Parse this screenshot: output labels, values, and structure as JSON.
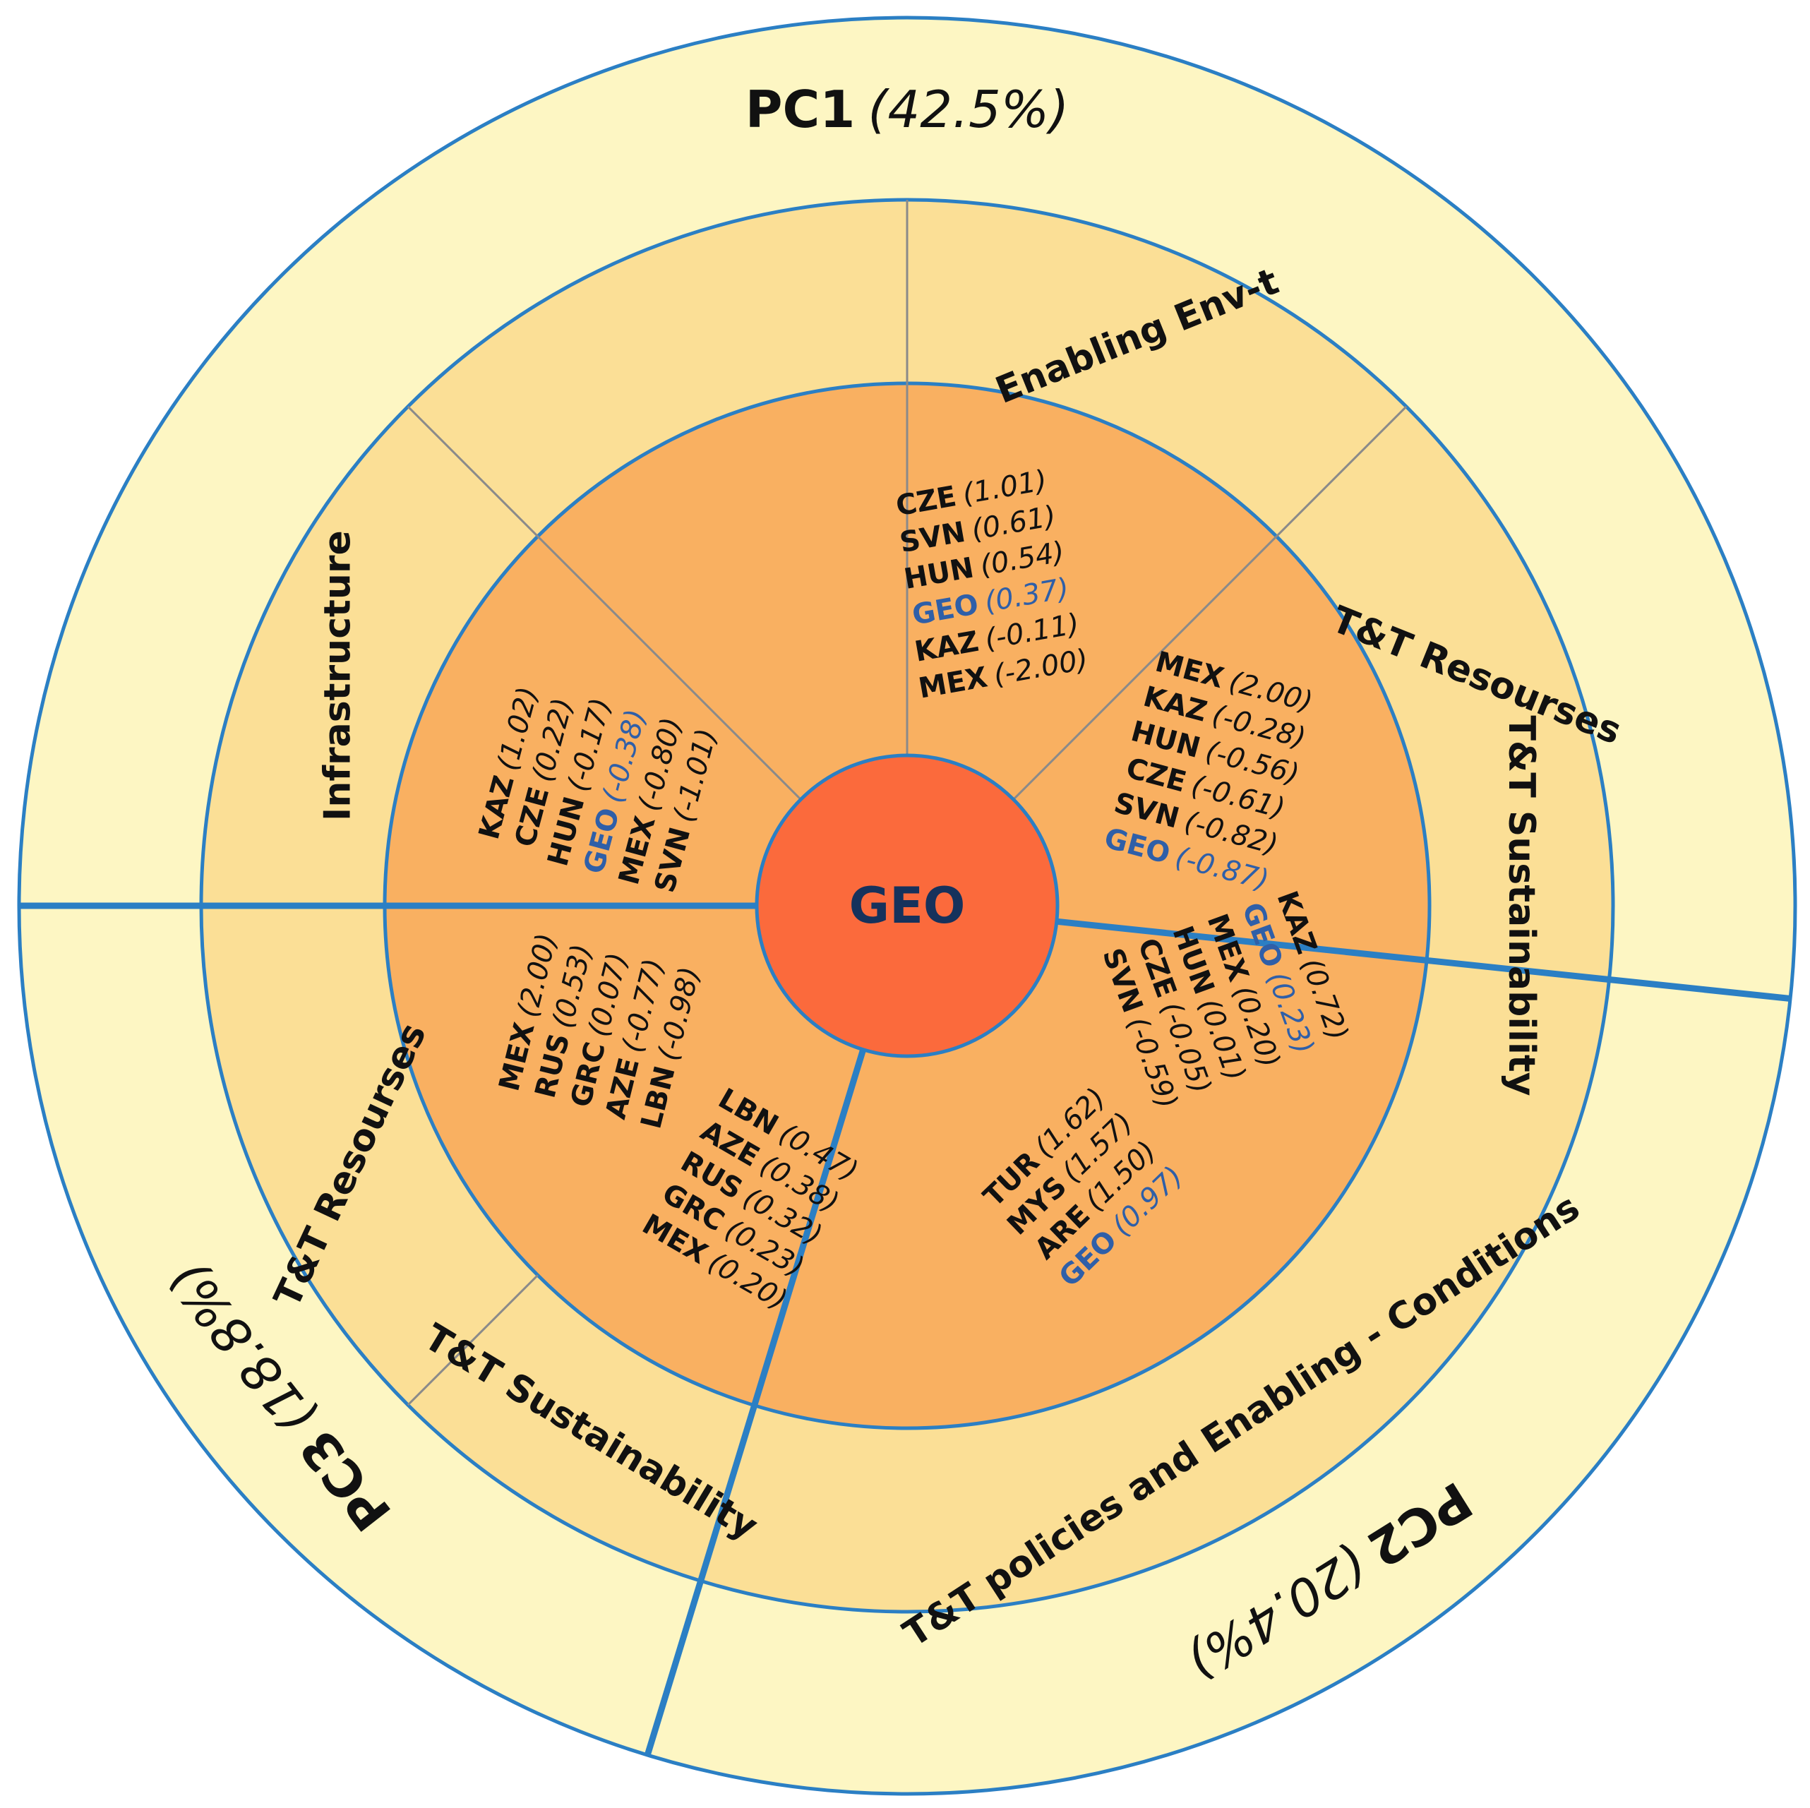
{
  "center": {
    "label": "GEO"
  },
  "colors": {
    "outer_ring": "#fdf6c3",
    "category_ring": "#fbdf96",
    "country_ring": "#f9b061",
    "center": "#fb6a3c",
    "line": "#2b7fc4",
    "thin_line": "#8a8a8a",
    "highlight": "#2f5fa8",
    "center_text": "#16325c",
    "text": "#111111"
  },
  "components": [
    {
      "name": "PC1",
      "pct": "(42.5%)"
    },
    {
      "name": "PC2",
      "pct": "(20.4%)"
    },
    {
      "name": "PC3",
      "pct": "(18.8%)"
    }
  ],
  "categories": [
    "Infrastructure",
    "Enabling Env-t",
    "T&T Resourses",
    "T&T Sustainability",
    "T&T policies and Enabling - Conditions",
    "T&T Sustainability",
    "T&T Resourses"
  ],
  "rankings": [
    [
      {
        "code": "KAZ",
        "value": "(1.02)"
      },
      {
        "code": "CZE",
        "value": "(0.22)"
      },
      {
        "code": "HUN",
        "value": "(-0.17)"
      },
      {
        "code": "GEO",
        "value": "(-0.38)",
        "highlight": true
      },
      {
        "code": "MEX",
        "value": "(-0.80)"
      },
      {
        "code": "SVN",
        "value": "(-1.01)"
      }
    ],
    [
      {
        "code": "CZE",
        "value": "(1.01)"
      },
      {
        "code": "SVN",
        "value": "(0.61)"
      },
      {
        "code": "HUN",
        "value": "(0.54)"
      },
      {
        "code": "GEO",
        "value": "(0.37)",
        "highlight": true
      },
      {
        "code": "KAZ",
        "value": "(-0.11)"
      },
      {
        "code": "MEX",
        "value": "(-2.00)"
      }
    ],
    [
      {
        "code": "MEX",
        "value": "(2.00)"
      },
      {
        "code": "KAZ",
        "value": "(-0.28)"
      },
      {
        "code": "HUN",
        "value": "(-0.56)"
      },
      {
        "code": "CZE",
        "value": "(-0.61)"
      },
      {
        "code": "SVN",
        "value": "(-0.82)"
      },
      {
        "code": "GEO",
        "value": "(-0.87)",
        "highlight": true
      }
    ],
    [
      {
        "code": "KAZ",
        "value": "(0.72)"
      },
      {
        "code": "GEO",
        "value": "(0.23)",
        "highlight": true
      },
      {
        "code": "MEX",
        "value": "(0.20)"
      },
      {
        "code": "HUN",
        "value": "(0.01)"
      },
      {
        "code": "CZE",
        "value": "(-0.05)"
      },
      {
        "code": "SVN",
        "value": "(-0.59)"
      }
    ],
    [
      {
        "code": "TUR",
        "value": "(1.62)"
      },
      {
        "code": "MYS",
        "value": "(1.57)"
      },
      {
        "code": "ARE",
        "value": "(1.50)"
      },
      {
        "code": "GEO",
        "value": "(0.97)",
        "highlight": true
      }
    ],
    [
      {
        "code": "LBN",
        "value": "(0.47)"
      },
      {
        "code": "AZE",
        "value": "(0.38)"
      },
      {
        "code": "RUS",
        "value": "(0.32)"
      },
      {
        "code": "GRC",
        "value": "(0.23)"
      },
      {
        "code": "MEX",
        "value": "(0.20)"
      }
    ],
    [
      {
        "code": "MEX",
        "value": "(2.00)"
      },
      {
        "code": "RUS",
        "value": "(0.53)"
      },
      {
        "code": "GRC",
        "value": "(0.07)"
      },
      {
        "code": "AZE",
        "value": "(-0.77)"
      },
      {
        "code": "LBN",
        "value": "(-0.98)"
      }
    ]
  ]
}
